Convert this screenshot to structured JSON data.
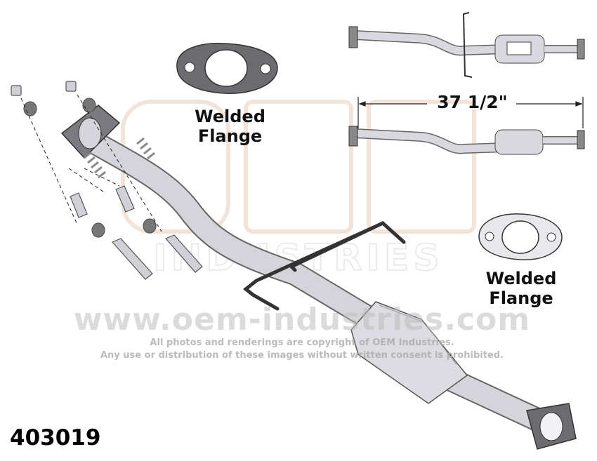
{
  "labels": {
    "flange_top": [
      "Welded",
      "Flange"
    ],
    "flange_right": [
      "Welded",
      "Flange"
    ],
    "dimension": "37 1/2\""
  },
  "watermark": {
    "logo": "OEM INDUSTRIES",
    "url": "www.oem-industries.com",
    "copyright_line1": "All photos and renderings are copyright of OEM Industries.",
    "copyright_line2": "Any use or distribution of these images without written consent is prohibited."
  },
  "part_number": "403019",
  "colors": {
    "pipe": "#c9c9cf",
    "flange": "#6b6b70",
    "outline": "#333333"
  }
}
